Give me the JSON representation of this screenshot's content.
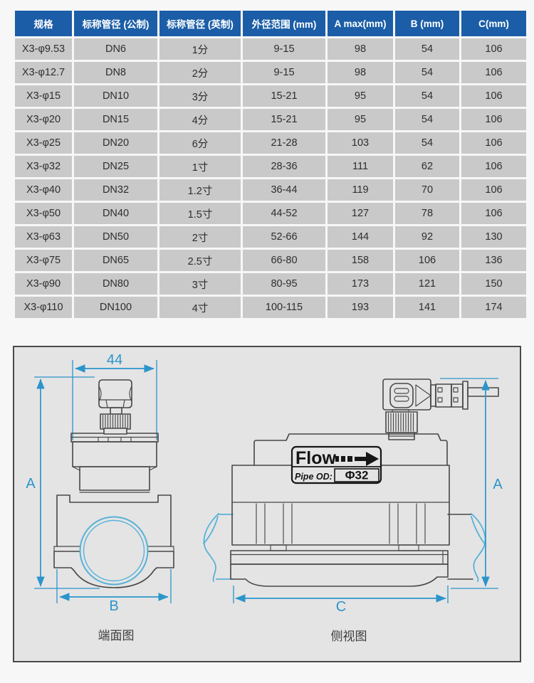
{
  "table": {
    "headers": [
      "规格",
      "标称管径 (公制)",
      "标称管径 (英制)",
      "外径范围 (mm)",
      "A max(mm)",
      "B (mm)",
      "C(mm)"
    ],
    "rows": [
      [
        "X3-φ9.53",
        "DN6",
        "1分",
        "9-15",
        "98",
        "54",
        "106"
      ],
      [
        "X3-φ12.7",
        "DN8",
        "2分",
        "9-15",
        "98",
        "54",
        "106"
      ],
      [
        "X3-φ15",
        "DN10",
        "3分",
        "15-21",
        "95",
        "54",
        "106"
      ],
      [
        "X3-φ20",
        "DN15",
        "4分",
        "15-21",
        "95",
        "54",
        "106"
      ],
      [
        "X3-φ25",
        "DN20",
        "6分",
        "21-28",
        "103",
        "54",
        "106"
      ],
      [
        "X3-φ32",
        "DN25",
        "1寸",
        "28-36",
        "111",
        "62",
        "106"
      ],
      [
        "X3-φ40",
        "DN32",
        "1.2寸",
        "36-44",
        "119",
        "70",
        "106"
      ],
      [
        "X3-φ50",
        "DN40",
        "1.5寸",
        "44-52",
        "127",
        "78",
        "106"
      ],
      [
        "X3-φ63",
        "DN50",
        "2寸",
        "52-66",
        "144",
        "92",
        "130"
      ],
      [
        "X3-φ75",
        "DN65",
        "2.5寸",
        "66-80",
        "158",
        "106",
        "136"
      ],
      [
        "X3-φ90",
        "DN80",
        "3寸",
        "80-95",
        "173",
        "121",
        "150"
      ],
      [
        "X3-φ110",
        "DN100",
        "4寸",
        "100-115",
        "193",
        "141",
        "174"
      ]
    ]
  },
  "diagram": {
    "dim_width": "44",
    "dim_a_left": "A",
    "dim_a_right": "A",
    "dim_b": "B",
    "dim_c": "C",
    "label_end_view": "端面图",
    "label_side_view": "侧视图",
    "flow_label": "Flow",
    "pipe_od_label": "Pipe OD:",
    "pipe_od_value": "Φ32"
  },
  "colors": {
    "page_bg": "#f7f7f7",
    "header_bg": "#1b5ea7",
    "header_text": "#ffffff",
    "cell_bg": "#c9c9c9",
    "cell_text": "#2e2e2e",
    "panel_bg": "#e4e4e4",
    "panel_border": "#4a4a4a",
    "line": "#474747",
    "dim": "#2b95cb",
    "pipe": "#58b1d8"
  }
}
